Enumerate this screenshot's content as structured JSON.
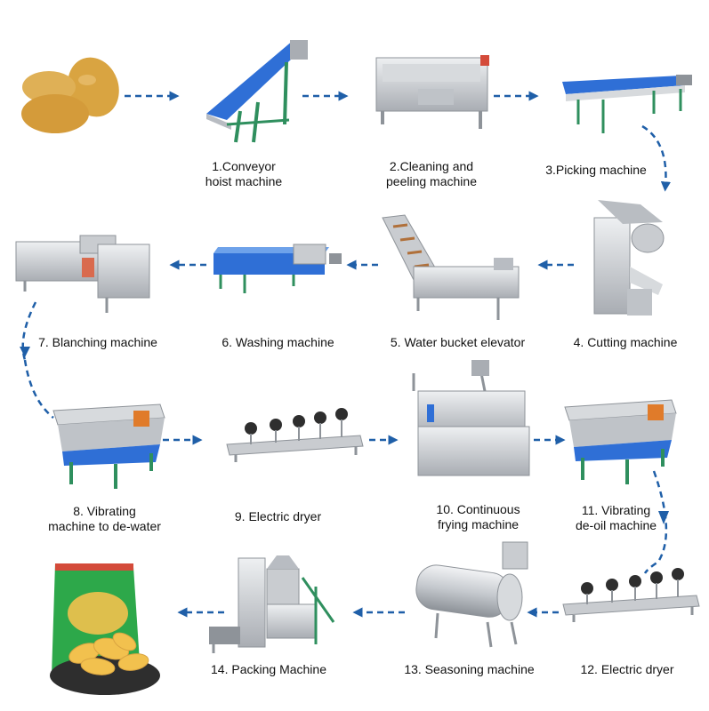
{
  "title": "",
  "colors": {
    "arrow": "#1f5fa8",
    "steel": "#c9ccd0",
    "steel_dark": "#8e9399",
    "steel_light": "#e8eaec",
    "belt_blue": "#2f6fd6",
    "frame_green": "#2f8f5e",
    "potato": "#d9a441",
    "bag_green": "#2da84a",
    "chip": "#f2c14e",
    "bowl": "#2e2e2e"
  },
  "steps": [
    {
      "id": "step-1",
      "lines": [
        "1.Conveyor",
        "hoist machine"
      ],
      "icon": "conveyor-hoist-icon"
    },
    {
      "id": "step-2",
      "lines": [
        "2.Cleaning and",
        "peeling machine"
      ],
      "icon": "peeling-machine-icon"
    },
    {
      "id": "step-3",
      "lines": [
        "3.Picking machine"
      ],
      "icon": "picking-machine-icon"
    },
    {
      "id": "step-4",
      "lines": [
        "4. Cutting machine"
      ],
      "icon": "cutting-machine-icon"
    },
    {
      "id": "step-5",
      "lines": [
        "5. Water bucket elevator"
      ],
      "icon": "bucket-elevator-icon"
    },
    {
      "id": "step-6",
      "lines": [
        "6. Washing machine"
      ],
      "icon": "washing-machine-icon"
    },
    {
      "id": "step-7",
      "lines": [
        "7. Blanching machine"
      ],
      "icon": "blanching-machine-icon"
    },
    {
      "id": "step-8",
      "lines": [
        "8. Vibrating",
        "machine to de-water"
      ],
      "icon": "vibrating-dewater-icon"
    },
    {
      "id": "step-9",
      "lines": [
        "9. Electric dryer"
      ],
      "icon": "electric-dryer-icon"
    },
    {
      "id": "step-10",
      "lines": [
        "10. Continuous",
        "frying machine"
      ],
      "icon": "frying-machine-icon"
    },
    {
      "id": "step-11",
      "lines": [
        "11. Vibrating",
        "de-oil machine"
      ],
      "icon": "vibrating-deoil-icon"
    },
    {
      "id": "step-12",
      "lines": [
        "12. Electric dryer"
      ],
      "icon": "electric-dryer-icon"
    },
    {
      "id": "step-13",
      "lines": [
        "13. Seasoning machine"
      ],
      "icon": "seasoning-drum-icon"
    },
    {
      "id": "step-14",
      "lines": [
        "14. Packing Machine"
      ],
      "icon": "packing-machine-icon"
    }
  ],
  "start_icon": "potatoes-icon",
  "end_icon": "chips-bag-icon"
}
